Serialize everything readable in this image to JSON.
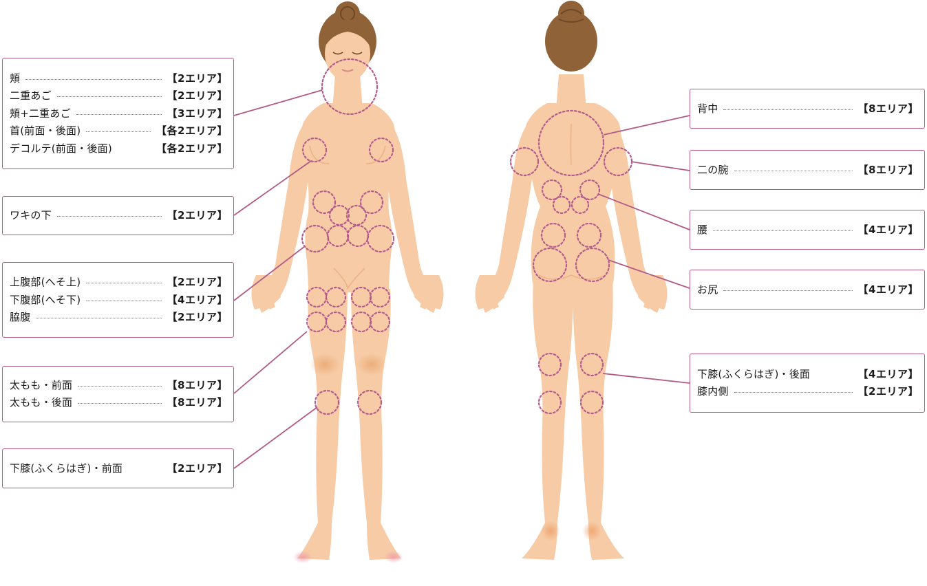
{
  "front_labels": [
    {
      "id": "face",
      "rows": [
        {
          "label": "頬",
          "value": "【2エリア】"
        },
        {
          "label": "二重あご",
          "value": "【2エリア】"
        },
        {
          "label": "頬+二重あご",
          "value": "【3エリア】"
        },
        {
          "label": "首(前面・後面)",
          "value": "【各2エリア】"
        },
        {
          "label": "デコルテ(前面・後面)",
          "value": "【各2エリア】"
        }
      ]
    },
    {
      "id": "armpit",
      "rows": [
        {
          "label": "ワキの下",
          "value": "【2エリア】"
        }
      ]
    },
    {
      "id": "abdomen",
      "rows": [
        {
          "label": "上腹部(へそ上)",
          "value": "【2エリア】"
        },
        {
          "label": "下腹部(へそ下)",
          "value": "【4エリア】"
        },
        {
          "label": "脇腹",
          "value": "【2エリア】"
        }
      ]
    },
    {
      "id": "thigh",
      "rows": [
        {
          "label": "太もも・前面",
          "value": "【8エリア】"
        },
        {
          "label": "太もも・後面",
          "value": "【8エリア】"
        }
      ]
    },
    {
      "id": "calf-front",
      "rows": [
        {
          "label": "下膝(ふくらはぎ)・前面",
          "value": "【2エリア】"
        }
      ]
    }
  ],
  "back_labels": [
    {
      "id": "back",
      "rows": [
        {
          "label": "背中",
          "value": "【8エリア】"
        }
      ]
    },
    {
      "id": "upper-arm",
      "rows": [
        {
          "label": "二の腕",
          "value": "【8エリア】"
        }
      ]
    },
    {
      "id": "waist",
      "rows": [
        {
          "label": "腰",
          "value": "【4エリア】"
        }
      ]
    },
    {
      "id": "buttocks",
      "rows": [
        {
          "label": "お尻",
          "value": "【4エリア】"
        }
      ]
    },
    {
      "id": "calf-back",
      "rows": [
        {
          "label": "下膝(ふくらはぎ)・後面",
          "value": "【4エリア】"
        },
        {
          "label": "膝内側",
          "value": "【2エリア】"
        }
      ]
    }
  ],
  "colors": {
    "accent": "#b25a86",
    "skin": "#f6cba5",
    "skin_shade": "#eab186",
    "hair": "#8f6238",
    "circle": "#b45a8c"
  }
}
